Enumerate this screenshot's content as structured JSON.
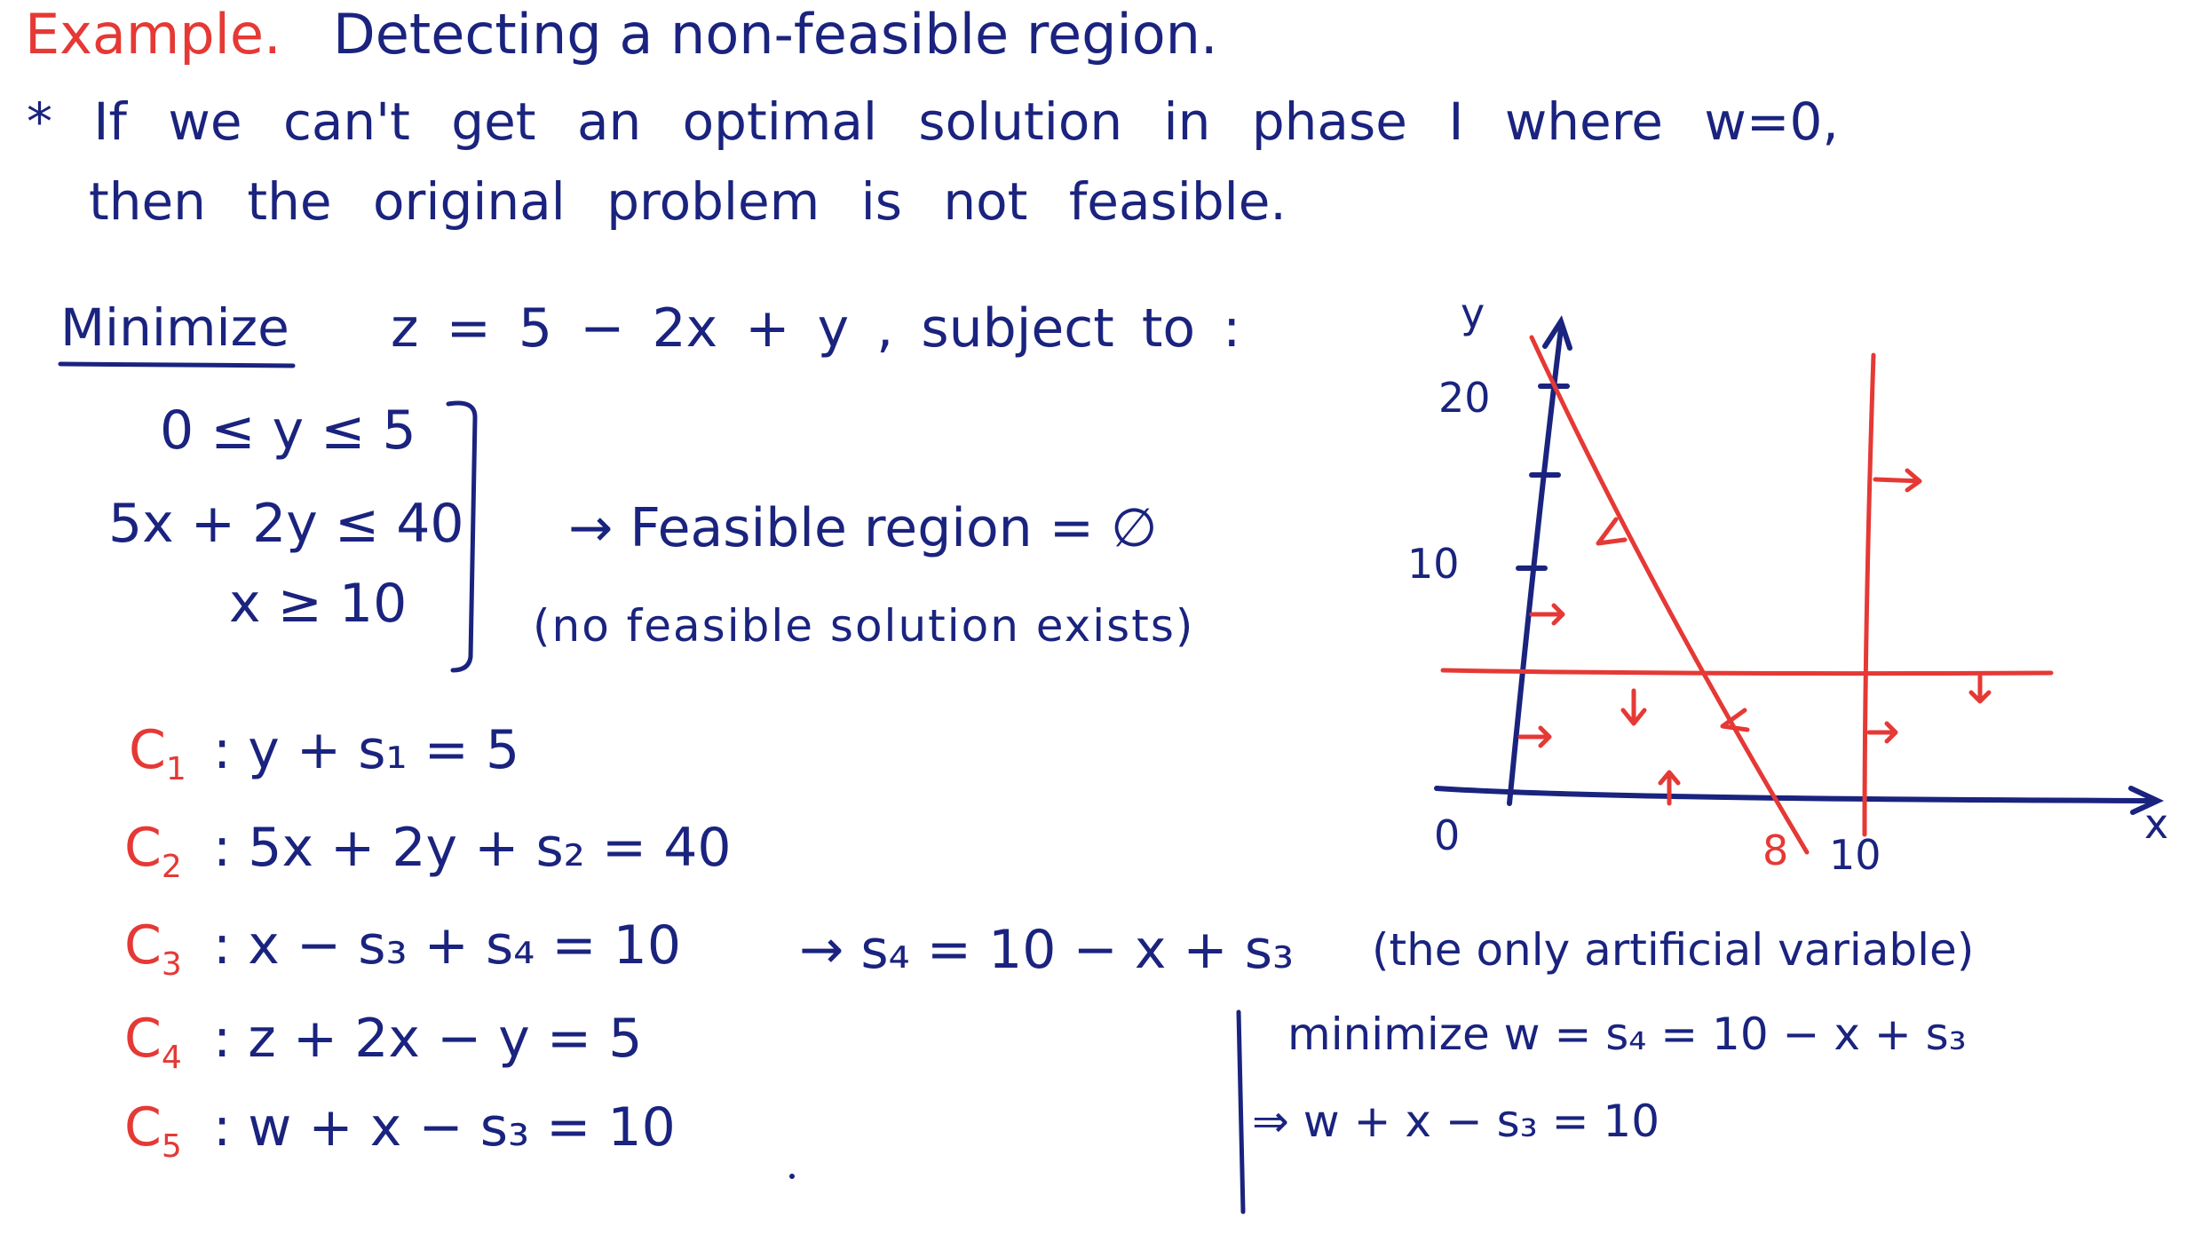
{
  "heading": {
    "example_word": "Example.",
    "title_rest": "Detecting a non-feasible region."
  },
  "note": {
    "line1": "* If we can't get an optimal solution in phase I where w=0,",
    "line2": "then the original problem is not feasible."
  },
  "problem": {
    "minimize_label": "Minimize",
    "objective": "z = 5 − 2x + y ,  subject to :",
    "constraints": [
      "0 ≤ y ≤ 5",
      "5x + 2y ≤ 40",
      "x ≥ 10"
    ],
    "feasible_region": "→ Feasible region = ∅",
    "feasible_note": "(no feasible solution exists)"
  },
  "equations": [
    {
      "label": "C",
      "sub": "1",
      "expr": ":  y +  s₁ = 5"
    },
    {
      "label": "C",
      "sub": "2",
      "expr": ":  5x + 2y + s₂ = 40"
    },
    {
      "label": "C",
      "sub": "3",
      "expr": ":  x − s₃ + s₄ = 10"
    },
    {
      "label": "C",
      "sub": "4",
      "expr": ":  z + 2x − y  = 5"
    },
    {
      "label": "C",
      "sub": "5",
      "expr": ":  w + x − s₃ = 10"
    }
  ],
  "artificial": {
    "expr": "→  s₄ = 10 − x + s₃",
    "note": "(the only artificial variable)"
  },
  "phase1": {
    "line1": "minimize   w = s₄ = 10 − x + s₃",
    "line2": "⇒  w + x − s₃ = 10"
  },
  "graph": {
    "y_axis_label": "y",
    "x_axis_label": "x",
    "tick_20": "20",
    "tick_10": "10",
    "origin": "0",
    "x_tick_8": "8",
    "x_tick_10": "10"
  },
  "colors": {
    "ink_blue": "#1a237e",
    "ink_red": "#e53935"
  }
}
